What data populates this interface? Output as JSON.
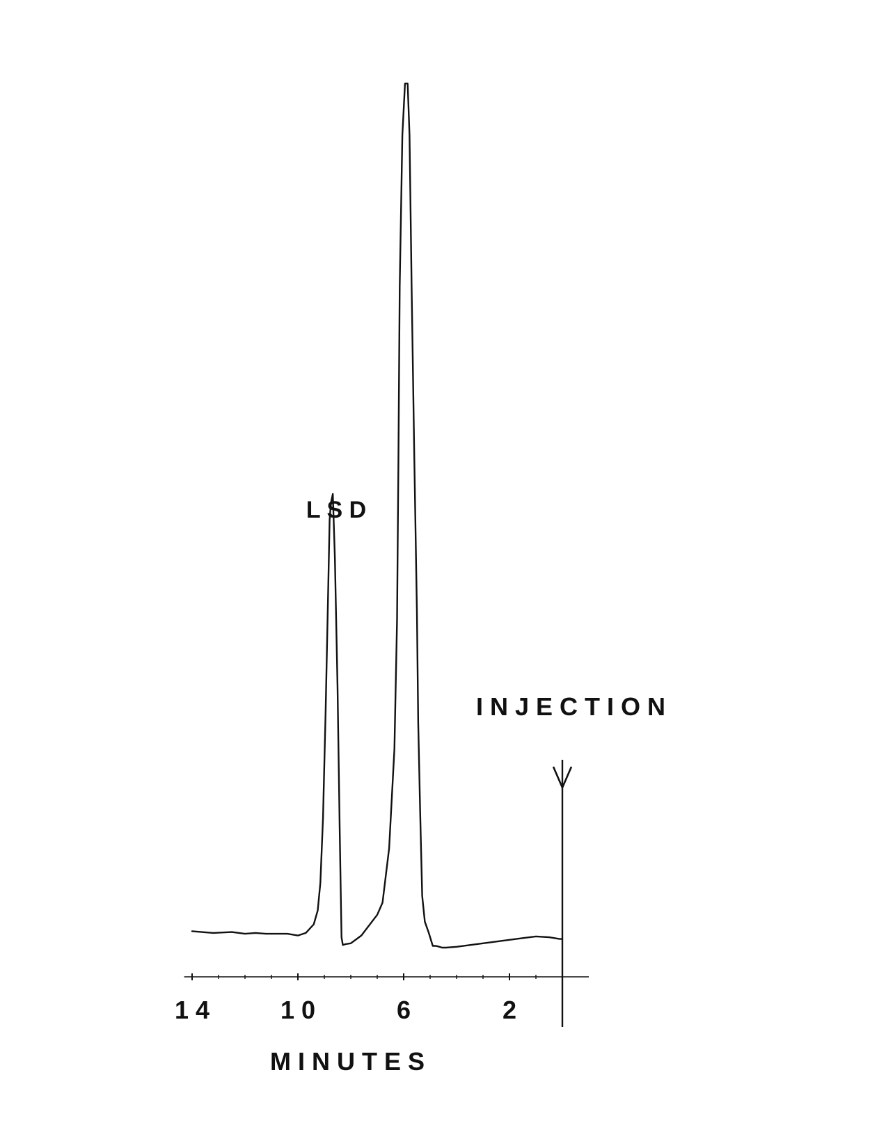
{
  "chart_data": {
    "type": "line",
    "chart_kind": "chromatogram",
    "x_axis_direction": "reversed",
    "xlabel": "MINUTES",
    "ylabel": "",
    "title": "",
    "xlim": [
      14.3,
      -1.0
    ],
    "x_ticks": [
      14,
      10,
      6,
      2
    ],
    "x_tick_labels": [
      "1 4",
      "1 0",
      "6",
      "2"
    ],
    "ylim": [
      0,
      100
    ],
    "grid": false,
    "line_color": "#111111",
    "series": [
      {
        "x": [
          14.0,
          13.2,
          12.5,
          12.0,
          11.6,
          11.2,
          10.8,
          10.4,
          10.0,
          9.7,
          9.4,
          9.25,
          9.15,
          9.05,
          8.95,
          8.85,
          8.8,
          8.75,
          8.68,
          8.6,
          8.5,
          8.42,
          8.35,
          8.3,
          8.2,
          8.0,
          7.6,
          7.3,
          7.0,
          6.8,
          6.55,
          6.35,
          6.25,
          6.2,
          6.15,
          6.05,
          5.95,
          5.85,
          5.78,
          5.7,
          5.6,
          5.5,
          5.45,
          5.38,
          5.3,
          5.2,
          5.05,
          4.9,
          4.78,
          4.65,
          4.55,
          4.4,
          4.0,
          3.5,
          3.0,
          2.5,
          2.0,
          1.5,
          1.0,
          0.5,
          0.1,
          0.0
        ],
        "values": [
          1.9,
          1.7,
          1.8,
          1.6,
          1.7,
          1.6,
          1.6,
          1.6,
          1.4,
          1.7,
          2.7,
          4.3,
          7.5,
          15.0,
          27.5,
          42.0,
          49.5,
          51.5,
          52.5,
          45.0,
          30.0,
          14.0,
          1.2,
          0.3,
          0.4,
          0.5,
          1.4,
          2.6,
          3.8,
          5.2,
          11.5,
          23.0,
          38.0,
          56.0,
          76.5,
          94.0,
          100.0,
          100.0,
          94.0,
          76.5,
          57.0,
          39.0,
          26.0,
          16.0,
          6.0,
          3.0,
          1.7,
          0.2,
          0.2,
          0.1,
          0.0,
          0.0,
          0.1,
          0.3,
          0.5,
          0.7,
          0.9,
          1.1,
          1.3,
          1.2,
          1.0,
          1.0
        ]
      }
    ],
    "annotations": [
      {
        "label": "LSD",
        "x": 8.7,
        "y": 52.5,
        "points_to": "peak"
      },
      {
        "label": "INJECTION",
        "x": 0.0,
        "y": 20.0,
        "points_to": "arrow"
      }
    ]
  },
  "labels": {
    "lsd": "L S D",
    "injection": "I N J E C T I O N",
    "xlabel_display": "M I N U T E S"
  }
}
